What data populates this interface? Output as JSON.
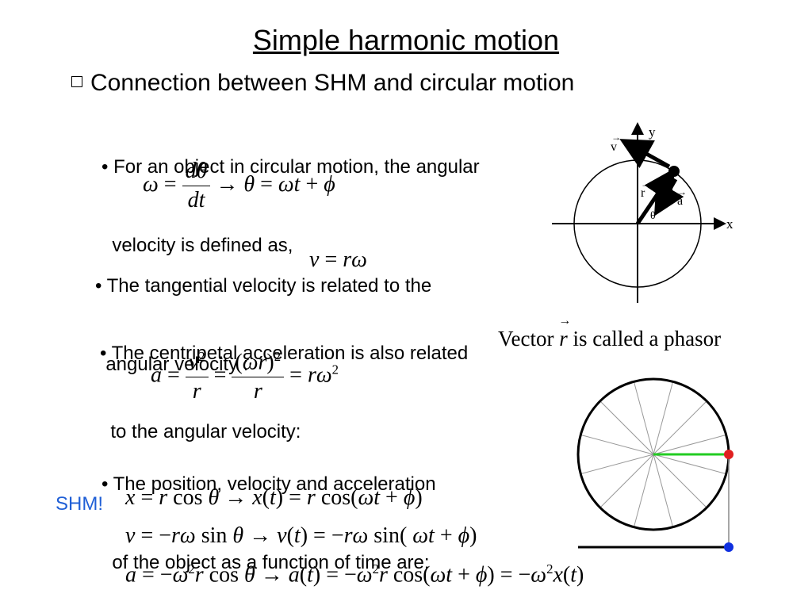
{
  "title": "Simple harmonic motion",
  "heading": "Connection between SHM and circular motion",
  "bullets": {
    "b1_line1": "• For an object in circular motion, the angular",
    "b1_line2": "  velocity is defined as,",
    "b2_line1": "• The tangential velocity is related to the",
    "b2_line2": "  angular velocity :",
    "b3_line1": "• The centripetal acceleration is also related",
    "b3_line2": "  to the angular velocity:",
    "b4_line1": "• The position, velocity and acceleration",
    "b4_line2": "  of the object as a function of time are:"
  },
  "shm_label": "SHM!",
  "phasor_caption": {
    "before": "Vector ",
    "symbol": "r",
    "after": " is called a phasor"
  },
  "diagram_labels": {
    "x_axis": "x",
    "y_axis": "y",
    "v_vector": "v",
    "r_vector": "r",
    "a_vector": "a",
    "theta": "θ"
  },
  "colors": {
    "shm_text": "#1f5fd6",
    "radius_line": "#22cc22",
    "point_on_circle": "#e02020",
    "projection_point": "#1030e0"
  }
}
